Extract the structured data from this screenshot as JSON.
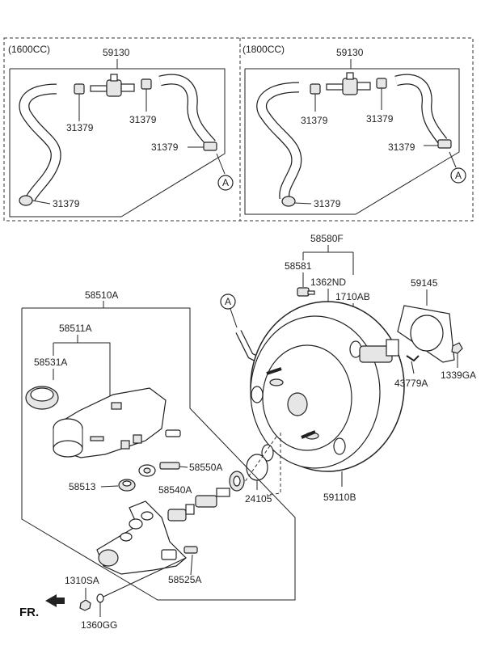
{
  "panels": {
    "left": {
      "title": "(1600CC)",
      "part_number": "59130",
      "clamp_labels": [
        "31379",
        "31379",
        "31379",
        "31379"
      ],
      "ref": "A"
    },
    "right": {
      "title": "(1800CC)",
      "part_number": "59130",
      "clamp_labels": [
        "31379",
        "31379",
        "31379",
        "31379"
      ],
      "ref": "A"
    }
  },
  "booster": {
    "group": "58580F",
    "items": {
      "p58581": "58581",
      "p1362ND": "1362ND",
      "p1710AB": "1710AB",
      "p59145": "59145",
      "p43779A": "43779A",
      "p1339GA": "1339GA",
      "p59110B": "59110B",
      "p24105": "24105",
      "ref": "A"
    }
  },
  "master_cylinder": {
    "group": "58510A",
    "items": {
      "p58511A": "58511A",
      "p58531A": "58531A",
      "p58550A": "58550A",
      "p58513": "58513",
      "p58540A": "58540A",
      "p58525A": "58525A",
      "p1310SA": "1310SA",
      "p1360GG": "1360GG"
    }
  },
  "direction": {
    "label": "FR."
  }
}
